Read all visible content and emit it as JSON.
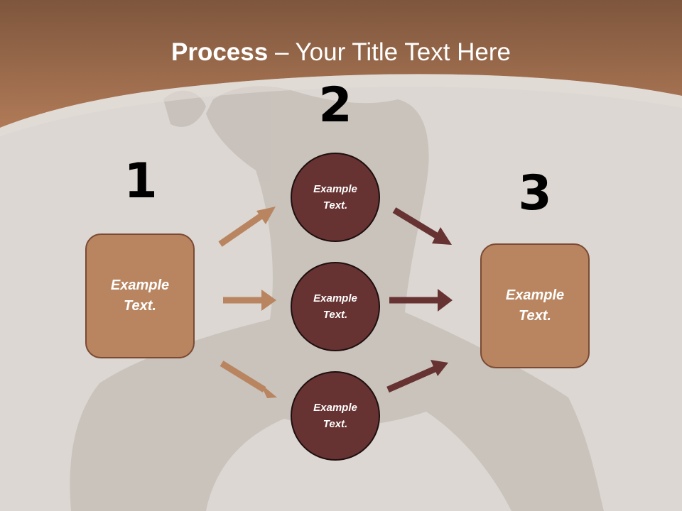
{
  "slide": {
    "title_bold": "Process",
    "title_rest": " – Your Title Text Here",
    "steps": [
      "1",
      "2",
      "3"
    ],
    "left_box": "Example\nText.",
    "right_box": "Example\nText.",
    "circles": [
      "Example\nText.",
      "Example\nText.",
      "Example\nText."
    ]
  },
  "colors": {
    "header_brown": "#9c6a4a",
    "box_fill": "#b98560",
    "circle_fill": "#673232",
    "arrow_light": "#b98560",
    "arrow_dark": "#673232"
  }
}
